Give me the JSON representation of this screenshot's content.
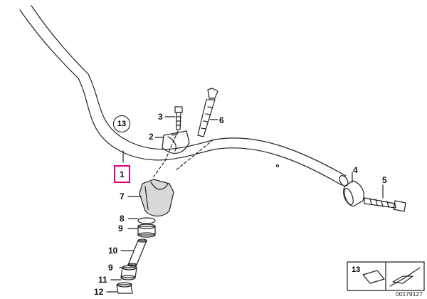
{
  "callouts": {
    "part_1": "1",
    "part_2": "2",
    "part_3": "3",
    "part_4": "4",
    "part_5": "5",
    "part_6": "6",
    "part_7": "7",
    "part_8": "8",
    "part_9a": "9",
    "part_9b": "9",
    "part_10": "10",
    "part_11": "11",
    "part_12": "12"
  },
  "group_label": "13",
  "legend": {
    "number": "13"
  },
  "diagram_code": "00179127",
  "colors": {
    "highlight": "#e2007a",
    "line": "#222222"
  }
}
